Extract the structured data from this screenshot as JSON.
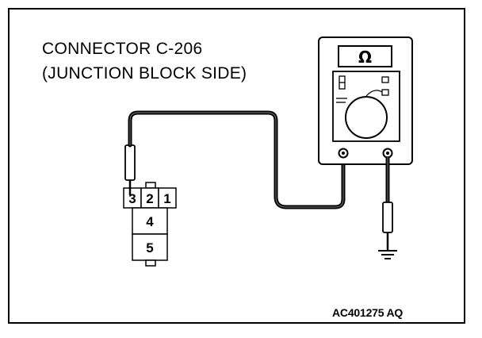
{
  "caption": {
    "line1": "CONNECTOR C-206",
    "line2": "(JUNCTION BLOCK SIDE)"
  },
  "figure_code": "AC401275 AQ",
  "connector": {
    "pins_top": [
      "3",
      "2",
      "1"
    ],
    "pin_middle": "4",
    "pin_bottom": "5"
  },
  "meter": {
    "display_symbol": "Ω"
  },
  "icons": {
    "meter": "ohmmeter-icon",
    "ground": "ground-icon",
    "probe": "test-probe-icon"
  }
}
